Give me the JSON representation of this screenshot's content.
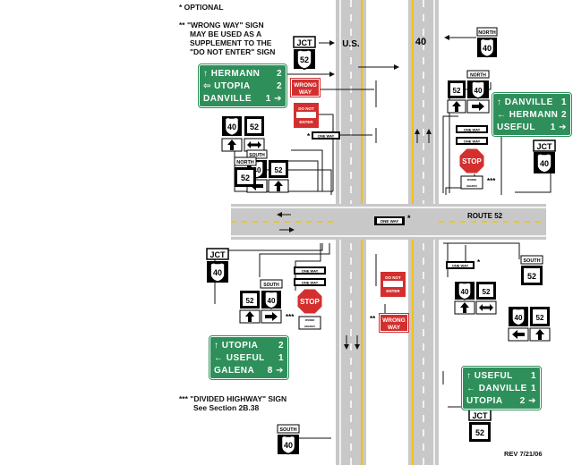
{
  "notes": {
    "optional": "* OPTIONAL",
    "wrong_way": [
      "** \"WRONG WAY\" SIGN",
      "MAY BE USED AS A",
      "SUPPLEMENT TO THE",
      "\"DO NOT ENTER\" SIGN"
    ],
    "divided_highway": [
      "*** \"DIVIDED HIGHWAY\" SIGN",
      "See Section 2B.38"
    ],
    "revision": "REV 7/21/06"
  },
  "road_labels": {
    "us": "U.S.",
    "route40": "40",
    "route52": "ROUTE 52"
  },
  "markers": {
    "star1": "*",
    "star2": "**",
    "star3": "***"
  },
  "shields": {
    "jct": "JCT",
    "north": "NORTH",
    "south": "SOUTH",
    "us40": "40",
    "us52": "52"
  },
  "regulatory": {
    "wrong_l1": "WRONG",
    "wrong_l2": "WAY",
    "dne_l1": "DO NOT",
    "dne_l2": "ENTER",
    "one_way": "ONE WAY",
    "stop": "STOP",
    "divided": "DIVIDED",
    "highway": "HIGHWAY"
  },
  "guide_signs": {
    "west": [
      {
        "arrow": "↑",
        "dest": "HERMANN",
        "dist": "2"
      },
      {
        "arrow": "⇦",
        "dest": "UTOPIA",
        "dist": "2"
      },
      {
        "arrow": "",
        "dest": "DANVILLE",
        "dist": "1 ➔"
      }
    ],
    "east": [
      {
        "arrow": "↑",
        "dest": "DANVILLE",
        "dist": "1"
      },
      {
        "arrow": "←",
        "dest": "HERMANN",
        "dist": "2"
      },
      {
        "arrow": "",
        "dest": "USEFUL",
        "dist": "1 ➔"
      }
    ],
    "southwest": [
      {
        "arrow": "↑",
        "dest": "UTOPIA",
        "dist": "2"
      },
      {
        "arrow": "←",
        "dest": "USEFUL",
        "dist": "1"
      },
      {
        "arrow": "",
        "dest": "GALENA",
        "dist": "8 ➔"
      }
    ],
    "southeast": [
      {
        "arrow": "↑",
        "dest": "USEFUL",
        "dist": "1"
      },
      {
        "arrow": "←",
        "dest": "DANVILLE",
        "dist": "1"
      },
      {
        "arrow": "",
        "dest": "UTOPIA",
        "dist": "2 ➔"
      }
    ]
  }
}
